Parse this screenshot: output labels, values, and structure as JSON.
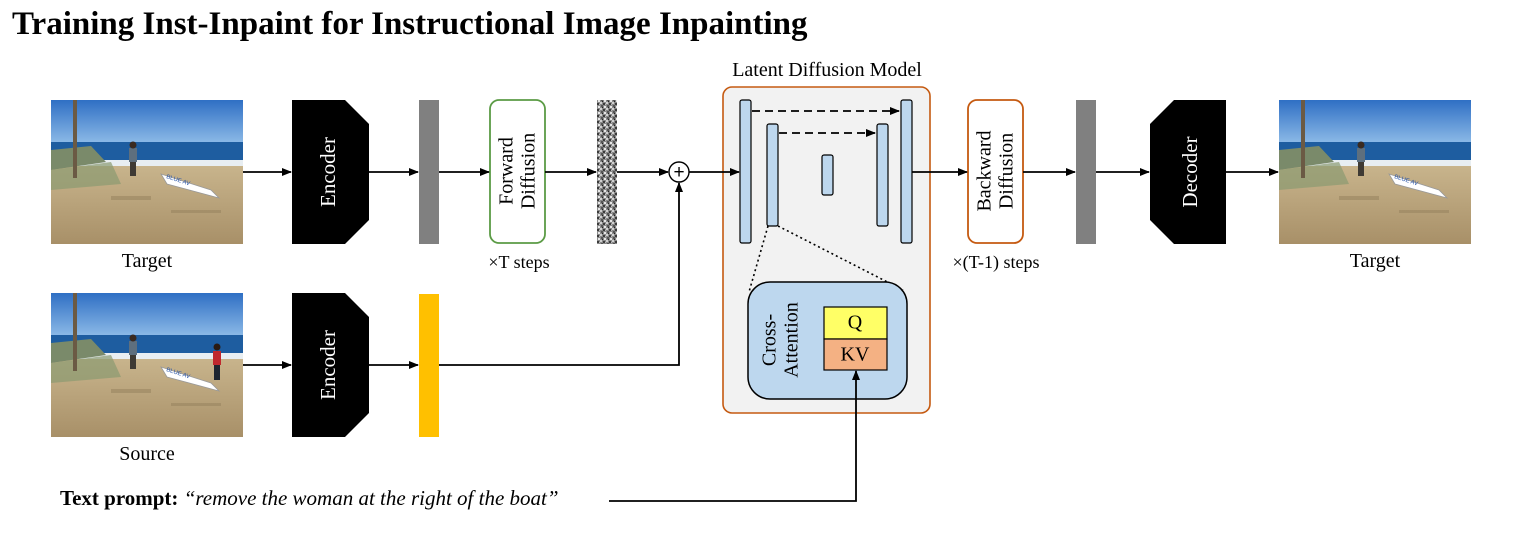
{
  "title": "Training Inst-Inpaint for Instructional Image Inpainting",
  "images": {
    "target_left_caption": "Target",
    "source_caption": "Source",
    "target_right_caption": "Target",
    "boat_text": "BLUE AV"
  },
  "blocks": {
    "encoder_top": "Encoder",
    "encoder_bottom": "Encoder",
    "decoder": "Decoder",
    "forward_diffusion_line1": "Forward",
    "forward_diffusion_line2": "Diffusion",
    "forward_steps": "×T steps",
    "backward_diffusion_line1": "Backward",
    "backward_diffusion_line2": "Diffusion",
    "backward_steps": "×(T-1) steps",
    "plus_symbol": "+"
  },
  "ldm": {
    "title": "Latent Diffusion Model",
    "cross_attention_line1": "Cross-",
    "cross_attention_line2": "Attention",
    "q_label": "Q",
    "kv_label": "KV"
  },
  "prompt": {
    "label": "Text prompt:",
    "text": "“remove the woman at the right of the boat”"
  },
  "colors": {
    "encoder_fill": "#000000",
    "latent_gray": "#808080",
    "source_latent": "#FFC000",
    "forward_box_border": "#5B9B45",
    "backward_box_border": "#C55A11",
    "ldm_border": "#C55A11",
    "ldm_fill": "#F2F2F2",
    "unet_block_fill": "#BDD7EE",
    "q_fill": "#FFFF66",
    "kv_fill": "#F4B183"
  }
}
